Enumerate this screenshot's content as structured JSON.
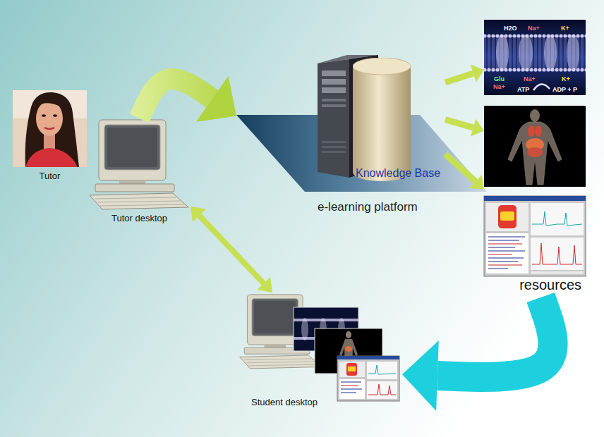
{
  "diagram": {
    "nodes": [
      {
        "text": [
          "Tutor"
        ]
      },
      {
        "text": [
          "Tutor desktop"
        ]
      },
      {
        "text": [
          "e-learning platform"
        ]
      },
      {
        "text": [
          "Knowledge Base"
        ],
        "in": 2
      },
      {
        "text": [
          "resources"
        ]
      },
      {
        "text": [
          "Student desktop"
        ]
      }
    ],
    "edges": [
      {
        "from": 1,
        "to": 2,
        "arrow": "to"
      },
      {
        "from": 3,
        "to": 4,
        "arrow": "to"
      },
      {
        "from": 3,
        "to": 4,
        "arrow": "to"
      },
      {
        "from": 3,
        "to": 4,
        "arrow": "to"
      },
      {
        "from": 4,
        "to": 5,
        "arrow": "to"
      },
      {
        "from": 1,
        "to": 5,
        "arrow": "both"
      }
    ],
    "labels": [
      "H2O",
      "Na+",
      "K+",
      "Glu",
      "Na+",
      "Na+",
      "K+",
      "ATP",
      "ADP + P"
    ]
  }
}
